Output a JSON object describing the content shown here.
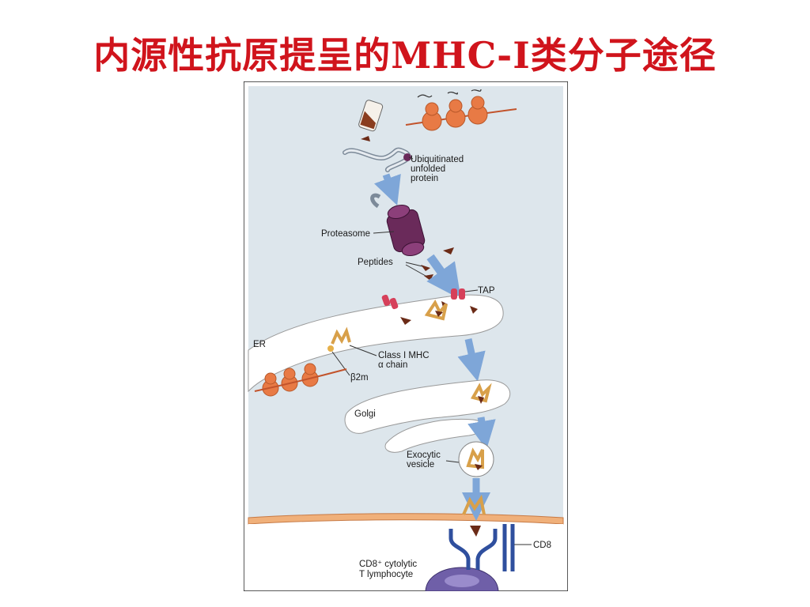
{
  "slide": {
    "title": "内源性抗原提呈的MHC-I类分子途径"
  },
  "diagram": {
    "labels": {
      "ubiquitinated_line1": "Ubiquitinated",
      "ubiquitinated_line2": "unfolded",
      "ubiquitinated_line3": "protein",
      "proteasome": "Proteasome",
      "peptides": "Peptides",
      "tap": "TAP",
      "er": "ER",
      "mhc_line1": "Class I MHC",
      "mhc_line2": "α chain",
      "b2m": "β2m",
      "golgi": "Golgi",
      "exocytic_line1": "Exocytic",
      "exocytic_line2": "vesicle",
      "cd8": "CD8",
      "tcell_line1": "CD8⁺ cytolytic",
      "tcell_line2": "T lymphocyte"
    }
  },
  "colors": {
    "title": "#d0141c",
    "cell_bg": "#dde6ec",
    "ribosome": "#e87a45",
    "proteasome": "#6a2a5a",
    "peptide": "#6b2b17",
    "arrow": "#7ea6d8",
    "mhc": "#d8a04a",
    "tap": "#d6405a",
    "cd8": "#2f4f9e"
  }
}
